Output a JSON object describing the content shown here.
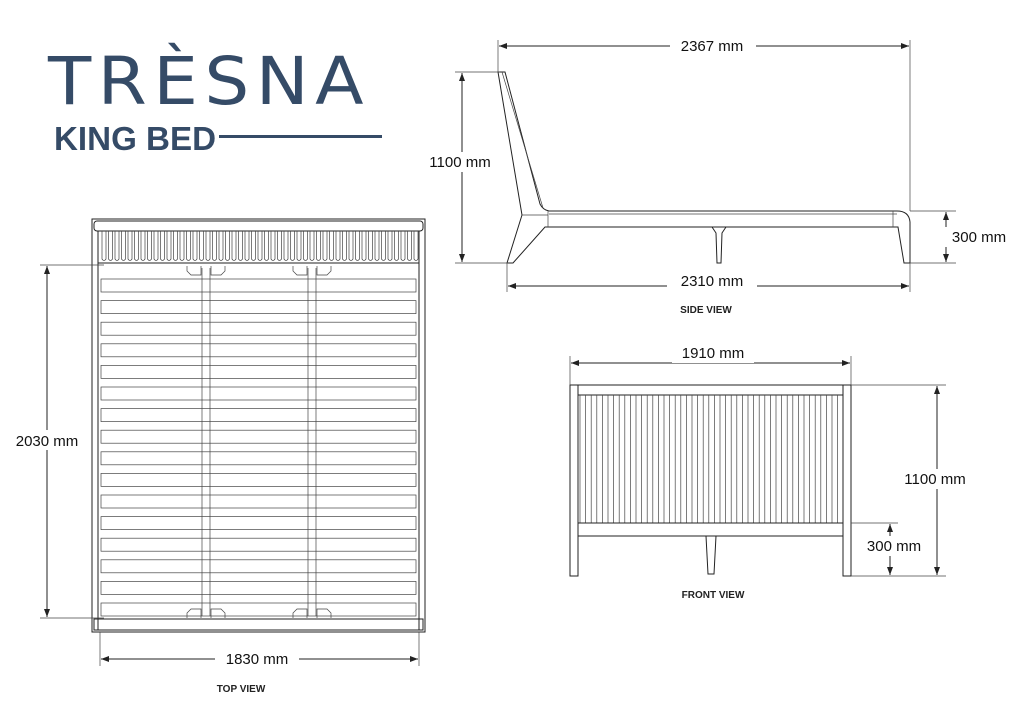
{
  "logo": {
    "brand": "TRÈSNA",
    "subtitle": "KING BED",
    "color": "#354b67"
  },
  "top_view": {
    "label": "TOP VIEW",
    "length": "2030 mm",
    "width": "1830 mm"
  },
  "side_view": {
    "label": "SIDE VIEW",
    "overall_length": "2367 mm",
    "frame_length": "2310 mm",
    "height": "1100 mm",
    "frame_height": "300 mm"
  },
  "front_view": {
    "label": "FRONT VIEW",
    "width": "1910 mm",
    "height": "1100 mm",
    "frame_height": "300 mm"
  }
}
